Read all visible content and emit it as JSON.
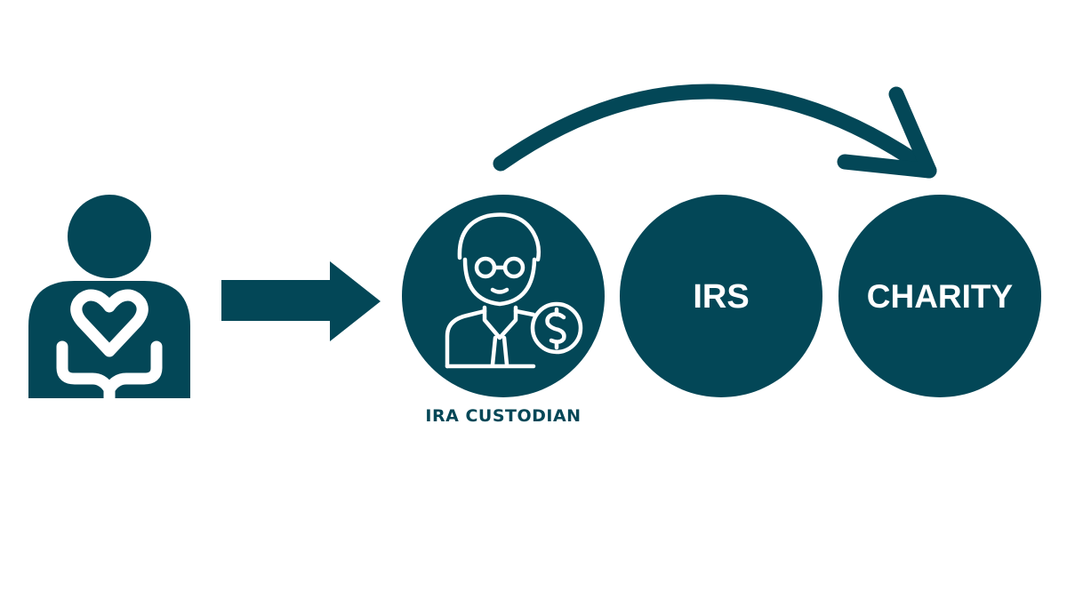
{
  "colors": {
    "primary": "#034757",
    "on_primary": "#ffffff",
    "background": "#ffffff"
  },
  "nodes": {
    "donor": {
      "icon": "donor-heart-hands-icon"
    },
    "custodian": {
      "icon": "advisor-dollar-icon",
      "caption": "IRA CUSTODIAN"
    },
    "irs": {
      "label": "IRS"
    },
    "charity": {
      "label": "CHARITY"
    }
  },
  "connectors": {
    "donor_to_custodian": "straight-arrow-icon",
    "custodian_to_charity": "curved-arrow-icon"
  }
}
